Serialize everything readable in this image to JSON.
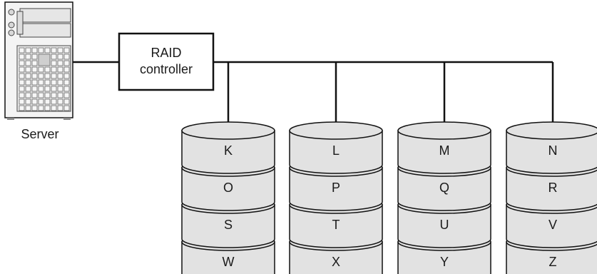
{
  "server": {
    "label": "Server"
  },
  "controller": {
    "line1": "RAID",
    "line2": "controller"
  },
  "stacks": [
    {
      "disks": [
        "K",
        "O",
        "S",
        "W"
      ]
    },
    {
      "disks": [
        "L",
        "P",
        "T",
        "X"
      ]
    },
    {
      "disks": [
        "M",
        "Q",
        "U",
        "Y"
      ]
    },
    {
      "disks": [
        "N",
        "R",
        "V",
        "Z"
      ]
    }
  ],
  "colors": {
    "disk_fill": "#e2e2e2",
    "stroke": "#111111",
    "server_fill": "#f4f4f4"
  }
}
